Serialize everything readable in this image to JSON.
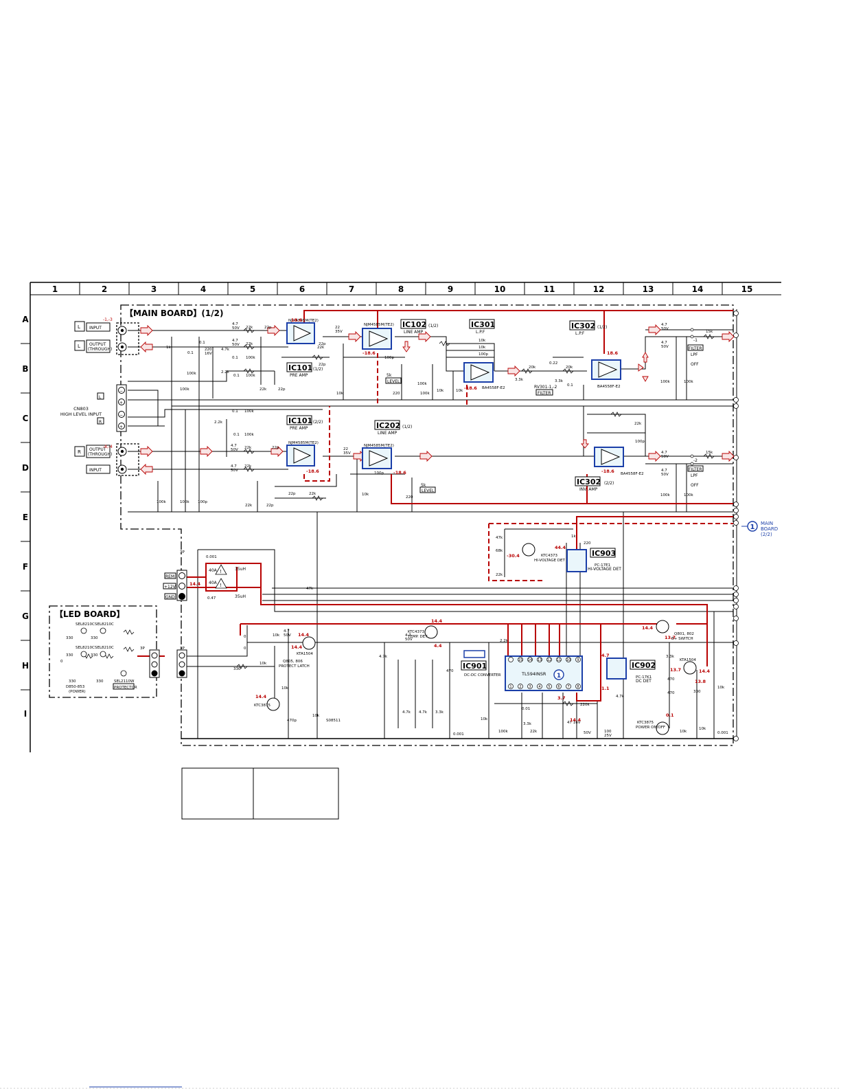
{
  "columns": [
    "1",
    "2",
    "3",
    "4",
    "5",
    "6",
    "7",
    "8",
    "9",
    "10",
    "11",
    "12",
    "13",
    "14",
    "15"
  ],
  "rows": [
    "A",
    "B",
    "C",
    "D",
    "E",
    "F",
    "G",
    "H",
    "I"
  ],
  "main_board_title": "【MAIN BOARD】(1/2)",
  "led_board_title": "【LED BOARD】",
  "cn803": [
    "CN803",
    "HIGH LEVEL INPUT"
  ],
  "inputs": {
    "l_input": "INPUT",
    "l_output": [
      "OUTPUT",
      "(THROUGH)"
    ],
    "r_output": [
      "OUTPUT",
      "(THROUGH)"
    ],
    "r_input": "INPUT",
    "l_tag": "L",
    "r_tag": "R"
  },
  "ics": [
    {
      "id": "ic101a",
      "label": "IC101",
      "sub": "(1/2)",
      "desc": "PRE AMP"
    },
    {
      "id": "ic101b",
      "label": "IC101",
      "sub": "(2/2)",
      "desc": "PRE AMP"
    },
    {
      "id": "ic102",
      "label": "IC102",
      "sub": "(1/2)",
      "desc": "LINE AMP"
    },
    {
      "id": "ic202",
      "label": "IC202",
      "sub": "(1/2)",
      "desc": "LINE AMP"
    },
    {
      "id": "ic301",
      "label": "IC301",
      "sub": "",
      "desc": "L.P.F"
    },
    {
      "id": "ic302a",
      "label": "IC302",
      "sub": "(1/2)",
      "desc": "L.P.F"
    },
    {
      "id": "ic302b",
      "label": "IC302",
      "sub": "(2/2)",
      "desc": "INV. AMP"
    },
    {
      "id": "ic901",
      "label": "IC901",
      "sub": "",
      "desc": "DC-DC CONVERTER"
    },
    {
      "id": "ic902",
      "label": "IC902",
      "sub": "",
      "desc": "DC DET"
    },
    {
      "id": "ic903",
      "label": "IC903",
      "sub": "",
      "desc": "HI-VOLTAGE DET"
    }
  ],
  "part_numbers": {
    "opamp": "NJM4585M(TE2)",
    "ba4558": "BA4558F-E2",
    "tl594": "TL594INSR",
    "pc17e1": "PC-17E1",
    "pc17k1": "PC-17K1"
  },
  "filter": {
    "label": "FILTER",
    "lpf": "LPF",
    "off": "OFF",
    "rv": "RV301-1,-2",
    "rv_label": "FILTER"
  },
  "level": "LEVEL",
  "main_board_2": [
    "MAIN",
    "BOARD",
    "(2/2)"
  ],
  "power": {
    "rem": "REM",
    "b12": "+12V",
    "gnd": "GND",
    "fuse": "40A",
    "coil": "35uH"
  },
  "transistors": {
    "q805": "Q805, 806",
    "protect": "PROTECT LATCH",
    "ktc4373a": "KTC4373",
    "temp": "TEMP. DET",
    "ktc4373b": "KTC4373",
    "hiv": "HI-VOLTAGE DET",
    "q801": "Q801, 802",
    "bsw": "B+ SWITCH",
    "kta1504": "KTA1504",
    "ktc3875": "KTC3875",
    "power_onoff": "POWER ON/OFF"
  },
  "led": {
    "d850": "D850-853",
    "power": "(POWER)",
    "sel": "SEL2110W",
    "protector": "PROTECTOR",
    "sel8210": "SEL8210C"
  },
  "voltages": [
    "18.6",
    "-18.6",
    "14.4",
    "-30.4",
    "44.4",
    "4.7",
    "13.7",
    "13.8",
    "0.1",
    "1.1",
    "3.7",
    "4.4"
  ],
  "pin_labels": [
    "1",
    "2",
    "3",
    "4",
    "5",
    "6",
    "7",
    "8",
    "9",
    "10",
    "11",
    "12",
    "13",
    "14",
    "15"
  ]
}
